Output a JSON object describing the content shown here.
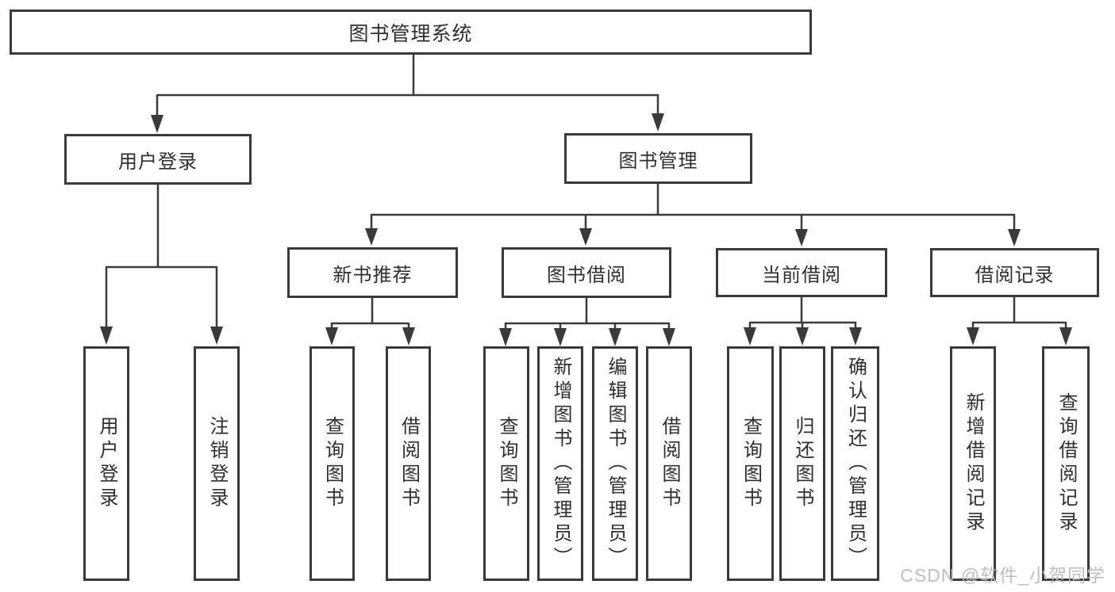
{
  "diagram": {
    "nodes": {
      "root": "图书管理系统",
      "user_login": "用户登录",
      "book_mgmt": "图书管理",
      "new_book_rec": "新书推荐",
      "book_borrow": "图书借阅",
      "current_borrow": "当前借阅",
      "borrow_record": "借阅记录",
      "leaf_user_login": "用户登录",
      "leaf_logout": "注销登录",
      "leaf_nb_query": "查询图书",
      "leaf_nb_borrow": "借阅图书",
      "leaf_bb_query": "查询图书",
      "leaf_bb_add": "新增图书（管理员）",
      "leaf_bb_edit": "编辑图书（管理员）",
      "leaf_bb_borrow": "借阅图书",
      "leaf_cb_query": "查询图书",
      "leaf_cb_return": "归还图书",
      "leaf_cb_confirm": "确认归还（管理员）",
      "leaf_br_add": "新增借阅记录",
      "leaf_br_query": "查询借阅记录"
    },
    "colors": {
      "line": "#3a3a3a",
      "box_border": "#3a3a3a",
      "text": "#2f2f2f",
      "watermark": "#bababa",
      "background": "#ffffff"
    }
  },
  "watermark": "CSDN @软件_小贺同学"
}
